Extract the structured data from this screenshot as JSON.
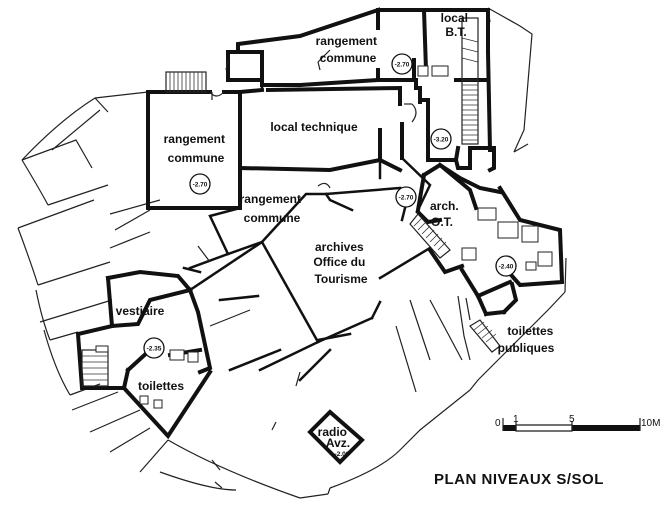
{
  "plan": {
    "title": "PLAN NIVEAUX S/SOL",
    "rooms": [
      {
        "id": "local-bt",
        "lines": [
          "local",
          "B.T."
        ]
      },
      {
        "id": "rangement-commune-top",
        "lines": [
          "rangement",
          "commune"
        ]
      },
      {
        "id": "rangement-commune-left",
        "lines": [
          "rangement",
          "commune"
        ]
      },
      {
        "id": "local-technique",
        "lines": [
          "local technique"
        ]
      },
      {
        "id": "rangement-commune-mid",
        "lines": [
          "rangement",
          "commune"
        ]
      },
      {
        "id": "archives",
        "lines": [
          "archives",
          "Office du",
          "Tourisme"
        ]
      },
      {
        "id": "arch-ot",
        "lines": [
          "arch.",
          "O.T."
        ]
      },
      {
        "id": "vestiaire",
        "lines": [
          "vestiaire"
        ]
      },
      {
        "id": "toilettes-left",
        "lines": [
          "toilettes"
        ]
      },
      {
        "id": "toilettes-publiques",
        "lines": [
          "toilettes",
          "publiques"
        ]
      },
      {
        "id": "radio",
        "lines": [
          "radio",
          "Avz."
        ]
      }
    ],
    "levels": {
      "level-rangement-top": "-2.70",
      "level-rangement-left": "-2.70",
      "level-technique": "-3.20",
      "level-corridor": "-2.70",
      "level-toilettes-right": "-2.40",
      "level-vestiaire": "-2.35",
      "level-radio": "-2.00"
    },
    "scale": {
      "ticks": [
        "0",
        "1",
        "5",
        "10M"
      ]
    }
  }
}
